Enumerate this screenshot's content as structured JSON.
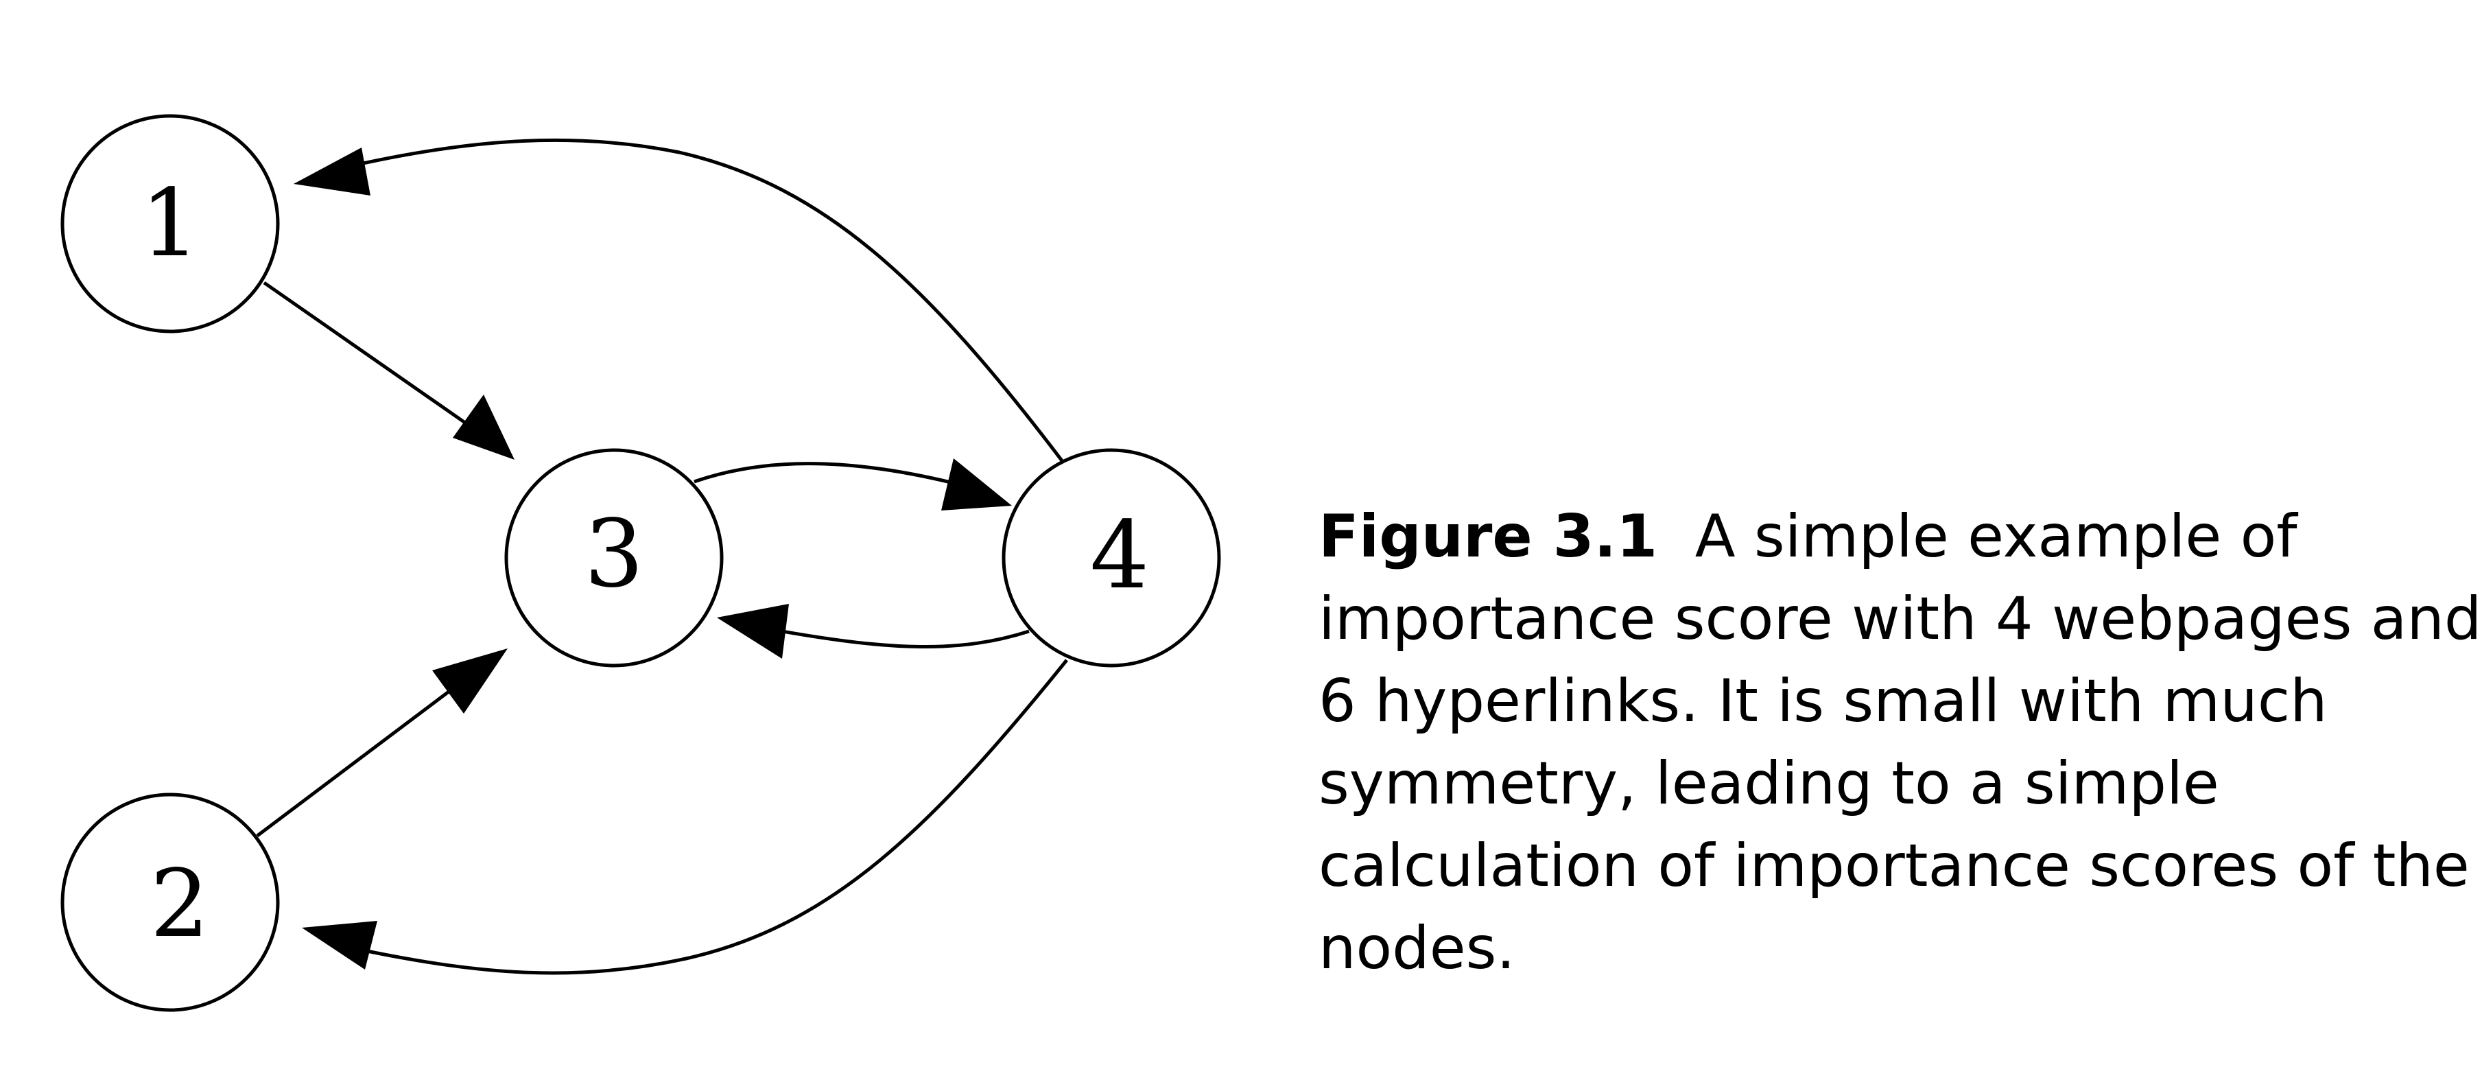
{
  "diagram": {
    "nodes": [
      {
        "id": "1",
        "label": "1"
      },
      {
        "id": "2",
        "label": "2"
      },
      {
        "id": "3",
        "label": "3"
      },
      {
        "id": "4",
        "label": "4"
      }
    ],
    "edges": [
      {
        "from": "1",
        "to": "3"
      },
      {
        "from": "2",
        "to": "3"
      },
      {
        "from": "3",
        "to": "4"
      },
      {
        "from": "4",
        "to": "3"
      },
      {
        "from": "4",
        "to": "1"
      },
      {
        "from": "4",
        "to": "2"
      }
    ]
  },
  "caption": {
    "label": "Figure 3.1",
    "lines": [
      "A simple example of",
      "importance score with 4 webpages and",
      "6 hyperlinks. It is small with much",
      "symmetry, leading to a simple",
      "calculation of importance scores of the",
      "nodes."
    ]
  }
}
